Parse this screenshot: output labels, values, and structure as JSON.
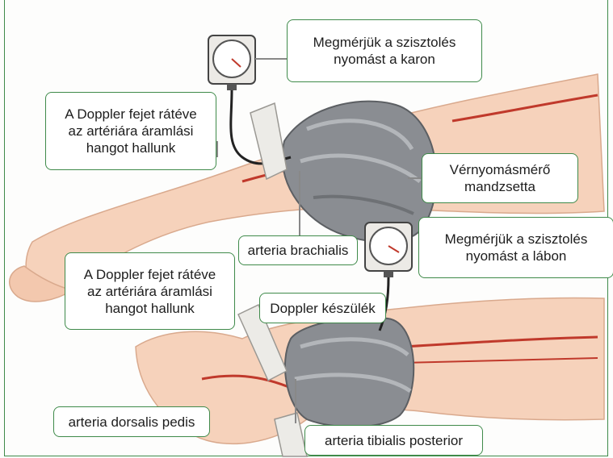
{
  "labels": {
    "arm_measure": [
      "Megmérjük a szisztolés",
      "nyomást a karon"
    ],
    "arm_doppler": [
      "A Doppler fejet rátéve",
      "az artériára áramlási",
      "hangot hallunk"
    ],
    "cuff": [
      "Vérnyomásmérő",
      "mandzsetta"
    ],
    "brachialis": [
      "arteria brachialis"
    ],
    "leg_measure": [
      "Megmérjük a szisztolés",
      "nyomást a lábon"
    ],
    "leg_doppler": [
      "A Doppler fejet rátéve",
      "az artériára áramlási",
      "hangot hallunk"
    ],
    "doppler_device": [
      "Doppler készülék"
    ],
    "dorsalis": [
      "arteria dorsalis pedis"
    ],
    "tibialis": [
      "arteria tibialis posterior"
    ]
  },
  "colors": {
    "border": "#3f8a4a",
    "skin": "#f6d2bb",
    "artery": "#c0392b",
    "cuff": "#8a8d92"
  }
}
